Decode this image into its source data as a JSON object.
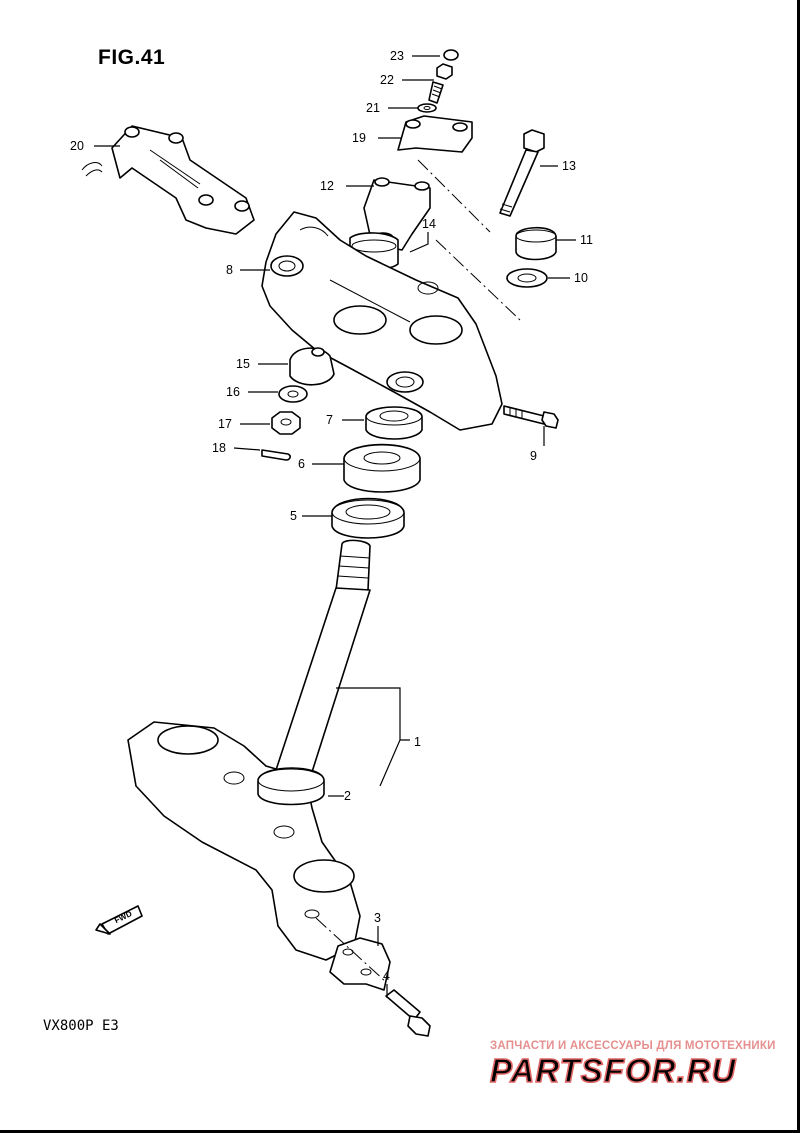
{
  "figure_title": "FIG.41",
  "model_label": "VX800P  E3",
  "watermark": {
    "subtitle": "ЗАПЧАСТИ И АКСЕССУАРЫ ДЛЯ МОТОТЕХНИКИ",
    "logo_text": "PARTSFOR.RU",
    "color": "#e06666"
  },
  "fwd_label": "FWD",
  "callouts": [
    {
      "id": "23",
      "label": "23"
    },
    {
      "id": "22",
      "label": "22"
    },
    {
      "id": "21",
      "label": "21"
    },
    {
      "id": "19",
      "label": "19"
    },
    {
      "id": "20",
      "label": "20"
    },
    {
      "id": "13",
      "label": "13"
    },
    {
      "id": "12",
      "label": "12"
    },
    {
      "id": "14",
      "label": "14"
    },
    {
      "id": "11",
      "label": "11"
    },
    {
      "id": "8",
      "label": "8"
    },
    {
      "id": "10",
      "label": "10"
    },
    {
      "id": "15",
      "label": "15"
    },
    {
      "id": "16",
      "label": "16"
    },
    {
      "id": "17",
      "label": "17"
    },
    {
      "id": "7",
      "label": "7"
    },
    {
      "id": "9",
      "label": "9"
    },
    {
      "id": "18",
      "label": "18"
    },
    {
      "id": "6",
      "label": "6"
    },
    {
      "id": "5",
      "label": "5"
    },
    {
      "id": "1",
      "label": "1"
    },
    {
      "id": "2",
      "label": "2"
    },
    {
      "id": "3",
      "label": "3"
    },
    {
      "id": "4",
      "label": "4"
    }
  ]
}
